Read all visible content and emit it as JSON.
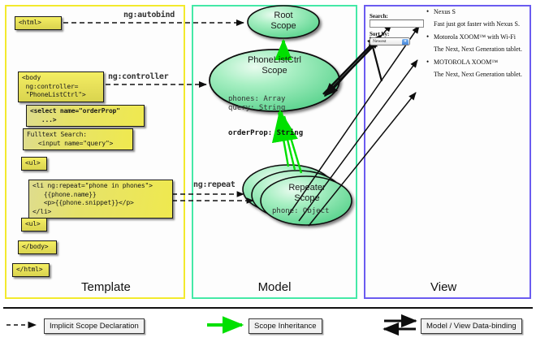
{
  "panels": [
    {
      "id": "template",
      "label": "Template",
      "border_color": "#f3ea2d"
    },
    {
      "id": "model",
      "label": "Model",
      "border_color": "#45e9a7"
    },
    {
      "id": "view",
      "label": "View",
      "border_color": "#6b5cf0"
    }
  ],
  "template": {
    "boxes": [
      {
        "name": "html-open-box",
        "text": "<html>"
      },
      {
        "name": "body-open-box",
        "text": "<body\n ng:controller=\n \"PhoneListCtrl\">"
      },
      {
        "name": "select-box",
        "text": "<select name=\"orderProp\"\n   ...>"
      },
      {
        "name": "fulltext-search-box",
        "text": "Fulltext Search:\n   <input name=\"query\">"
      },
      {
        "name": "ul-open-box",
        "text": "<ul>"
      },
      {
        "name": "li-repeat-box",
        "text": "<li ng:repeat=\"phone in phones\">\n   {{phone.name}}\n   <p>{{phone.snippet}}</p>\n</li>"
      },
      {
        "name": "ul-close-box",
        "text": "<ul>"
      },
      {
        "name": "body-close-box",
        "text": "</body>"
      },
      {
        "name": "html-close-box",
        "text": "</html>"
      }
    ],
    "edge_labels": {
      "autobind": "ng:autobind",
      "controller": "ng:controller",
      "repeat": "ng:repeat"
    }
  },
  "model": {
    "scopes": [
      {
        "name": "root-scope",
        "title_line1": "Root",
        "title_line2": "Scope",
        "props": ""
      },
      {
        "name": "phonelistctrl-scope",
        "title_line1": "PhoneListCtrl",
        "title_line2": "Scope",
        "props_plain": "phones: Array\nquery: String",
        "props_bold": "orderProp: String"
      },
      {
        "name": "repeater-scope",
        "title_line1": "Repeater",
        "title_line2": "Scope",
        "props_plain": "phone: Object"
      }
    ]
  },
  "view": {
    "search_label": "Search:",
    "search_value": "",
    "sort_label": "Sort by:",
    "sort_selected": "Newest",
    "items": [
      {
        "title": "Nexus S",
        "snippet": "Fast just got faster with Nexus S."
      },
      {
        "title": "Motorola XOOM™ with Wi-Fi",
        "snippet": "The Next, Next Generation tablet."
      },
      {
        "title": "MOTOROLA XOOM™",
        "snippet": "The Next, Next Generation tablet."
      }
    ]
  },
  "legend": [
    {
      "name": "legend-implicit-scope",
      "label": "Implicit Scope Declaration",
      "style": "dashed-arrow",
      "color": "#111111"
    },
    {
      "name": "legend-scope-inheritance",
      "label": "Scope Inheritance",
      "style": "solid-arrow",
      "color": "#00e000"
    },
    {
      "name": "legend-data-binding",
      "label": "Model / View Data-binding",
      "style": "double-arrow",
      "color": "#111111"
    }
  ],
  "colors": {
    "template_border": "#f3ea2d",
    "model_border": "#45e9a7",
    "view_border": "#6b5cf0",
    "code_box_fill": "#e8e15a",
    "scope_fill": "#6fe09a",
    "inheritance_arrow": "#00e000"
  }
}
